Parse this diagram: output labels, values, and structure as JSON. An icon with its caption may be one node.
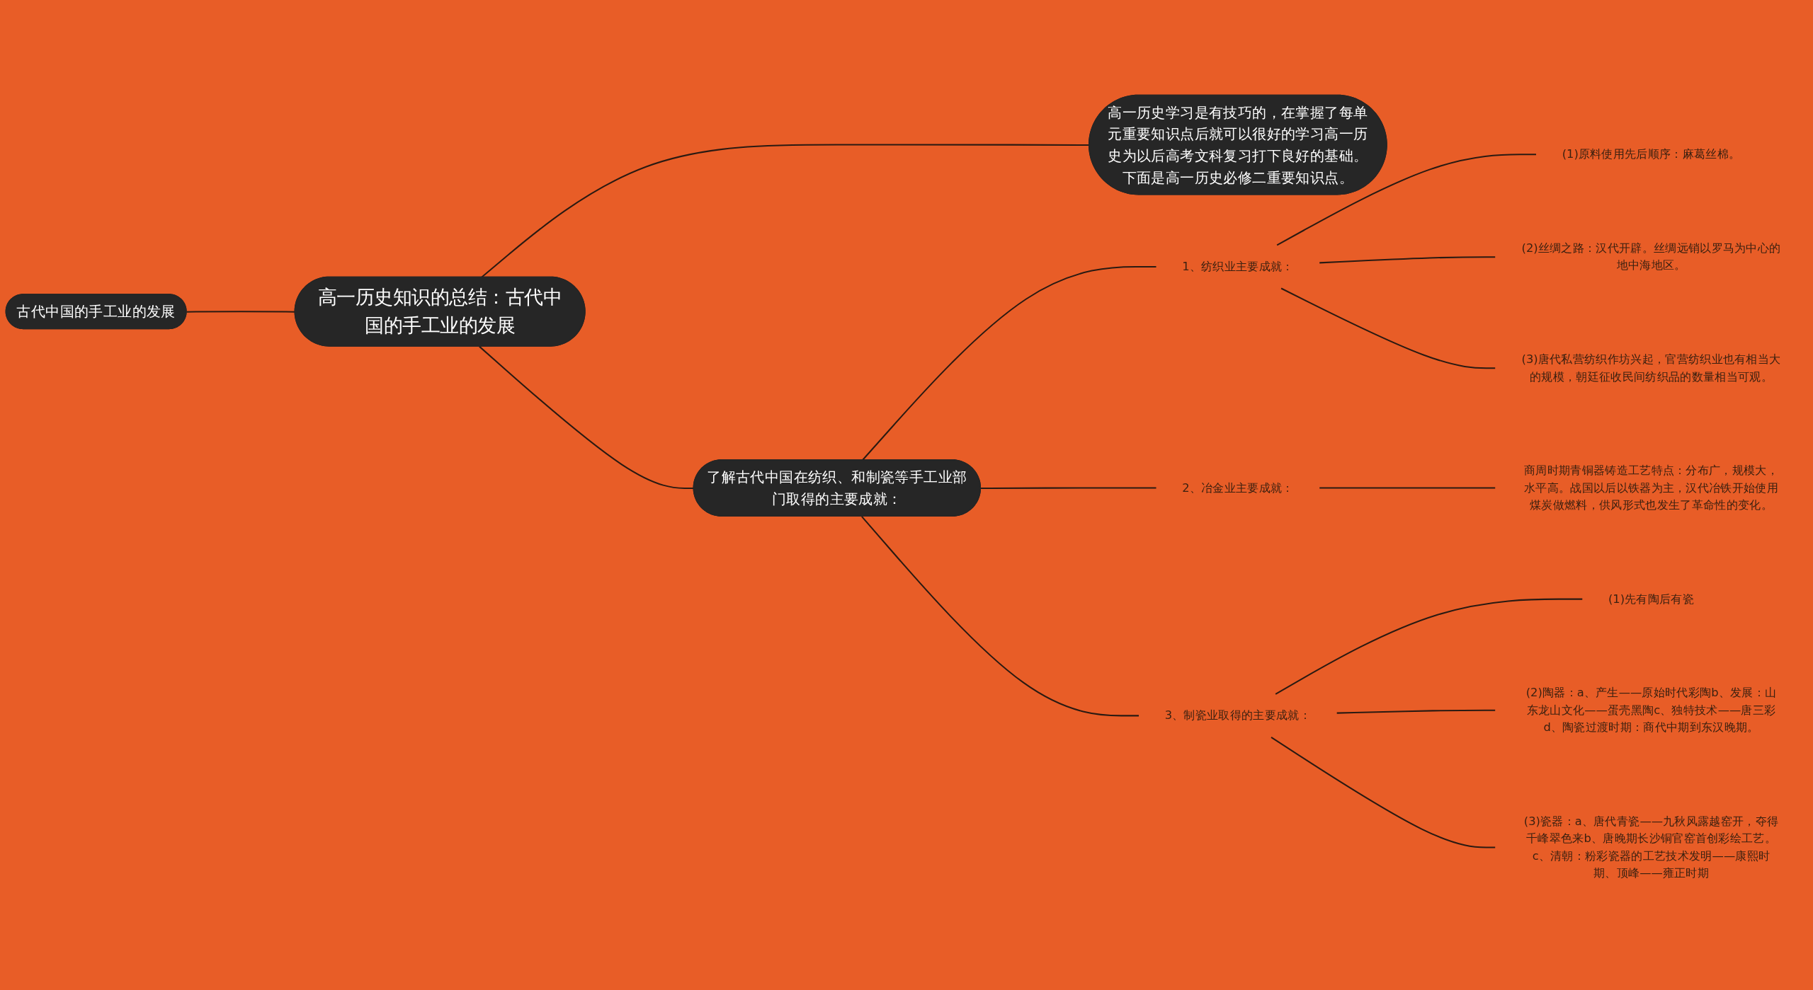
{
  "diagram": {
    "nodes": [
      {
        "text": [
          "高一历史知识的总结：古代中国的手工业的发展"
        ]
      },
      {
        "text": [
          "古代中国的手工业的发展"
        ]
      },
      {
        "text": [
          "高一历史学习是有技巧的，在掌握了每单元重要知识点后就可以很好的学习高一历史为以后高考文科复习打下良好的基础。下面是高一历史必修二重要知识点。"
        ]
      },
      {
        "text": [
          "了解古代中国在纺织、和制瓷等手工业部门取得的主要成就："
        ]
      },
      {
        "text": [
          "1、纺织业主要成就："
        ]
      },
      {
        "text": [
          "(1)原料使用先后顺序：麻葛丝棉。"
        ]
      },
      {
        "text": [
          "(2)丝绸之路：汉代开辟。丝绸远销以罗马为中心的地中海地区。"
        ]
      },
      {
        "text": [
          "(3)唐代私营纺织作坊兴起，官营纺织业也有相当大的规模，朝廷征收民间纺织品的数量相当可观。"
        ]
      },
      {
        "text": [
          "2、冶金业主要成就："
        ]
      },
      {
        "text": [
          "商周时期青铜器铸造工艺特点：分布广，规模大，水平高。战国以后以铁器为主，汉代冶铁开始使用煤炭做燃料，供风形式也发生了革命性的变化。"
        ]
      },
      {
        "text": [
          "3、制瓷业取得的主要成就："
        ]
      },
      {
        "text": [
          "(1)先有陶后有瓷"
        ]
      },
      {
        "text": [
          "(2)陶器：a、产生——原始时代彩陶b、发展：山东龙山文化——蛋壳黑陶c、独特技术——唐三彩d、陶瓷过渡时期：商代中期到东汉晚期。"
        ]
      },
      {
        "text": [
          "(3)瓷器：a、唐代青瓷——九秋风露越窑开，夺得千峰翠色来b、唐晚期长沙铜官窑首创彩绘工艺。c、清朝：粉彩瓷器的工艺技术发明——康熙时期、顶峰——雍正时期"
        ]
      }
    ],
    "edges": [
      {
        "from": 1,
        "to": 0,
        "arrow": "none"
      },
      {
        "from": 0,
        "to": 2,
        "arrow": "none"
      },
      {
        "from": 0,
        "to": 3,
        "arrow": "none"
      },
      {
        "from": 3,
        "to": 4,
        "arrow": "none"
      },
      {
        "from": 4,
        "to": 5,
        "arrow": "none"
      },
      {
        "from": 4,
        "to": 6,
        "arrow": "none"
      },
      {
        "from": 4,
        "to": 7,
        "arrow": "none"
      },
      {
        "from": 3,
        "to": 8,
        "arrow": "none"
      },
      {
        "from": 8,
        "to": 9,
        "arrow": "none"
      },
      {
        "from": 3,
        "to": 10,
        "arrow": "none"
      },
      {
        "from": 10,
        "to": 11,
        "arrow": "none"
      },
      {
        "from": 10,
        "to": 12,
        "arrow": "none"
      },
      {
        "from": 10,
        "to": 13,
        "arrow": "none"
      }
    ]
  }
}
